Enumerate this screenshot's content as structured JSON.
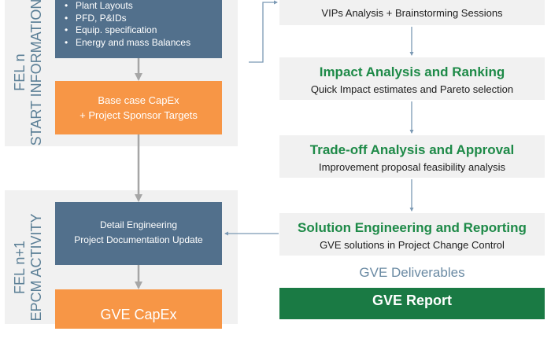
{
  "left": {
    "fel_n": {
      "label_line1": "FEL n",
      "label_line2": "START INFORMATION",
      "inputs": [
        "Plant Layouts",
        "PFD, P&IDs",
        "Equip. specification",
        "Energy and mass Balances"
      ],
      "capex_line1": "Base case CapEx",
      "capex_line2": "+ Project Sponsor Targets"
    },
    "fel_n1": {
      "label_line1": "FEL n+1",
      "label_line2": "EPCM ACTIVITY",
      "detail_line1": "Detail Engineering",
      "detail_line2": "Project Documentation Update",
      "gve_capex": "GVE CapEx"
    }
  },
  "steps": [
    {
      "title": "",
      "subtitle": "VIPs Analysis + Brainstorming Sessions"
    },
    {
      "title": "Impact Analysis and Ranking",
      "subtitle": "Quick Impact estimates and Pareto selection"
    },
    {
      "title": "Trade-off Analysis and Approval",
      "subtitle": "Improvement proposal feasibility analysis"
    },
    {
      "title": "Solution Engineering and Reporting",
      "subtitle": "GVE solutions in Project Change Control"
    }
  ],
  "deliverables": {
    "heading": "GVE Deliverables",
    "report": "GVE Report"
  },
  "colors": {
    "blue_box": "#52708c",
    "orange_box": "#f79646",
    "green_title": "#1e8a48",
    "report_green": "#1a7a44",
    "panel_gray": "#f1f1f1",
    "arrow_gray": "#a6a6a6"
  }
}
